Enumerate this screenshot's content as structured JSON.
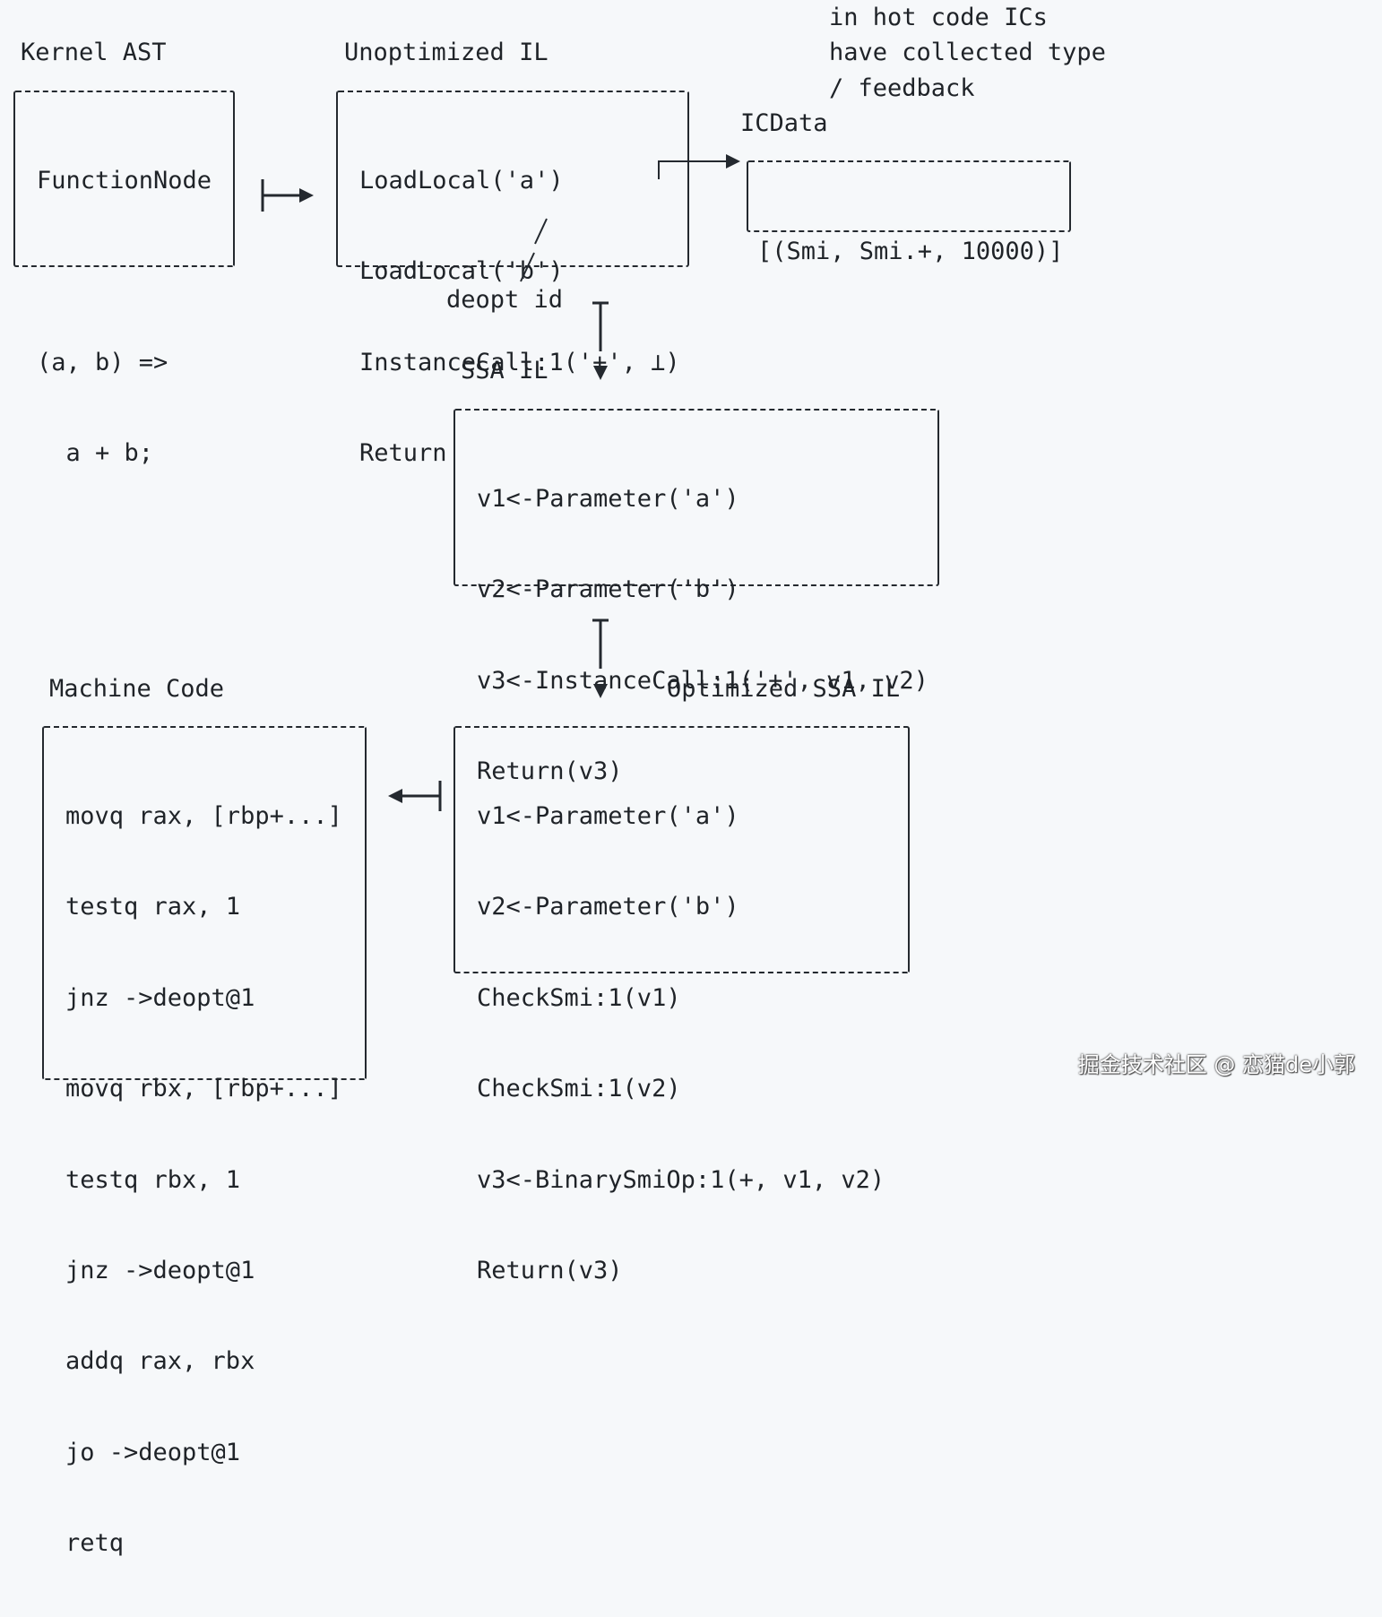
{
  "labels": {
    "kernel_ast": "Kernel AST",
    "unoptimized_il": "Unoptimized IL",
    "icdata": "ICData",
    "hot_note": [
      "in hot code ICs",
      "have collected type",
      "/ feedback"
    ],
    "deopt_id": "deopt id",
    "ssa_il": "SSA IL",
    "optimized_ssa_il": "Optimized SSA IL",
    "machine_code": "Machine Code"
  },
  "boxes": {
    "function_node": [
      "FunctionNode",
      "",
      "(a, b) =>",
      "  a + b;"
    ],
    "unoptimized": [
      "LoadLocal('a')",
      "LoadLocal('b')",
      "InstanceCall:1('+', ⊥)",
      "Return"
    ],
    "icdata": [
      "[(Smi, Smi.+, 10000)]"
    ],
    "ssa": [
      "v1<-Parameter('a')",
      "v2<-Parameter('b')",
      "v3<-InstanceCall:1('+', v1, v2)",
      "Return(v3)"
    ],
    "optimized": [
      "v1<-Parameter('a')",
      "v2<-Parameter('b')",
      "CheckSmi:1(v1)",
      "CheckSmi:1(v2)",
      "v3<-BinarySmiOp:1(+, v1, v2)",
      "Return(v3)"
    ],
    "machine": [
      "movq rax, [rbp+...]",
      "testq rax, 1",
      "jnz ->deopt@1",
      "movq rbx, [rbp+...]",
      "testq rbx, 1",
      "jnz ->deopt@1",
      "addq rax, rbx",
      "jo ->deopt@1",
      "retq"
    ]
  },
  "watermark": "掘金技术社区 @ 恋猫de小郭",
  "colors": {
    "background": "#f6f8fa",
    "ink": "#24292f"
  }
}
